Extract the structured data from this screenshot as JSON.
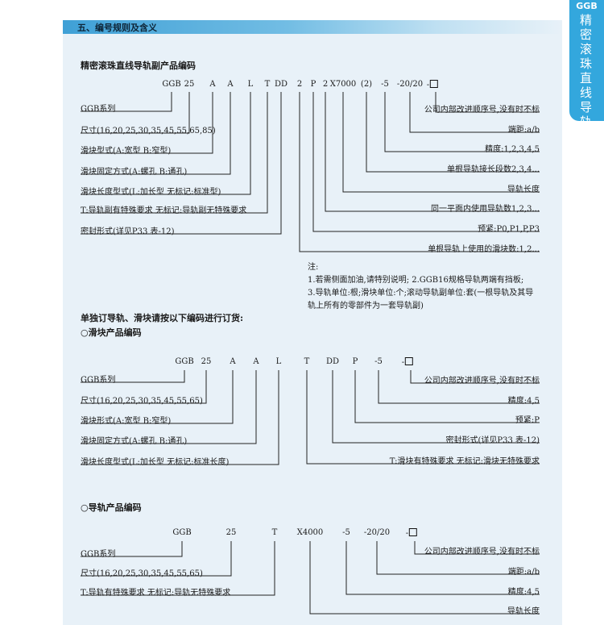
{
  "section_title": "五、编号规则及含义",
  "side_tab": {
    "brand": "GGB",
    "title": "精密滚珠直线导轨副"
  },
  "assembly": {
    "heading": "精密滚珠直线导轨副产品编码",
    "codes": [
      "GGB",
      "25",
      "A",
      "A",
      "L",
      "T",
      "DD",
      "2",
      "P",
      "2",
      "X7000",
      "(2)",
      "-5",
      "-20/20",
      "-"
    ],
    "left_labels": [
      "GGB系列",
      "尺寸(16,20,25,30,35,45,55,65,85)",
      "滑块型式(A:宽型  B:窄型)",
      "滑块固定方式(A:螺孔  B:通孔)",
      "滑块长度型式(L:加长型  无标记:标准型)",
      "T:导轨副有特殊要求  无标记:导轨副无特殊要求",
      "密封形式(详见P33 表-12)"
    ],
    "right_labels": [
      "公司内部改进顺序号,没有时不标",
      "端距:a/b",
      "精度:1,2,3,4,5",
      "单根导轨接长段数2,3,4...",
      "导轨长度",
      "同一平面内使用导轨数1,2,3...",
      "预紧:P0,P1,P,P3",
      "单根导轨上使用的滑块数:1,2..."
    ],
    "notes": [
      "注:",
      "1.若需侧面加油,请特别说明;   2.GGB16规格导轨两端有挡板;",
      "3.导轨单位:根;滑块单位:个;滚动导轨副单位:套(一根导轨及其导",
      "轨上所有的零部件为一套导轨副)"
    ]
  },
  "separate_order_heading": "单独订导轨、滑块请按以下编码进行订货:",
  "block": {
    "heading": "○滑块产品编码",
    "codes": [
      "GGB",
      "25",
      "A",
      "A",
      "L",
      "T",
      "DD",
      "P",
      "-5",
      "-"
    ],
    "left_labels": [
      "GGB系列",
      "尺寸(16,20,25,30,35,45,55,65)",
      "滑块形式(A:宽型  B:窄型)",
      "滑块固定方式(A:螺孔  B:通孔)",
      "滑块长度型式(L:加长型  无标记:标准长度)"
    ],
    "right_labels": [
      "公司内部改进顺序号,没有时不标",
      "精度:4,5",
      "预紧:P",
      "密封形式(详见P33 表-12)",
      "T:滑块有特殊要求  无标记:滑块无特殊要求"
    ]
  },
  "rail": {
    "heading": "○导轨产品编码",
    "codes": [
      "GGB",
      "25",
      "T",
      "X4000",
      "-5",
      "-20/20",
      "-"
    ],
    "left_labels": [
      "GGB系列",
      "尺寸(16,20,25,30,35,45,55,65)",
      "T:导轨有特殊要求  无标记:导轨无特殊要求"
    ],
    "right_labels": [
      "公司内部改进顺序号,没有时不标",
      "端距:a/b",
      "精度:4,5",
      "导轨长度"
    ]
  }
}
